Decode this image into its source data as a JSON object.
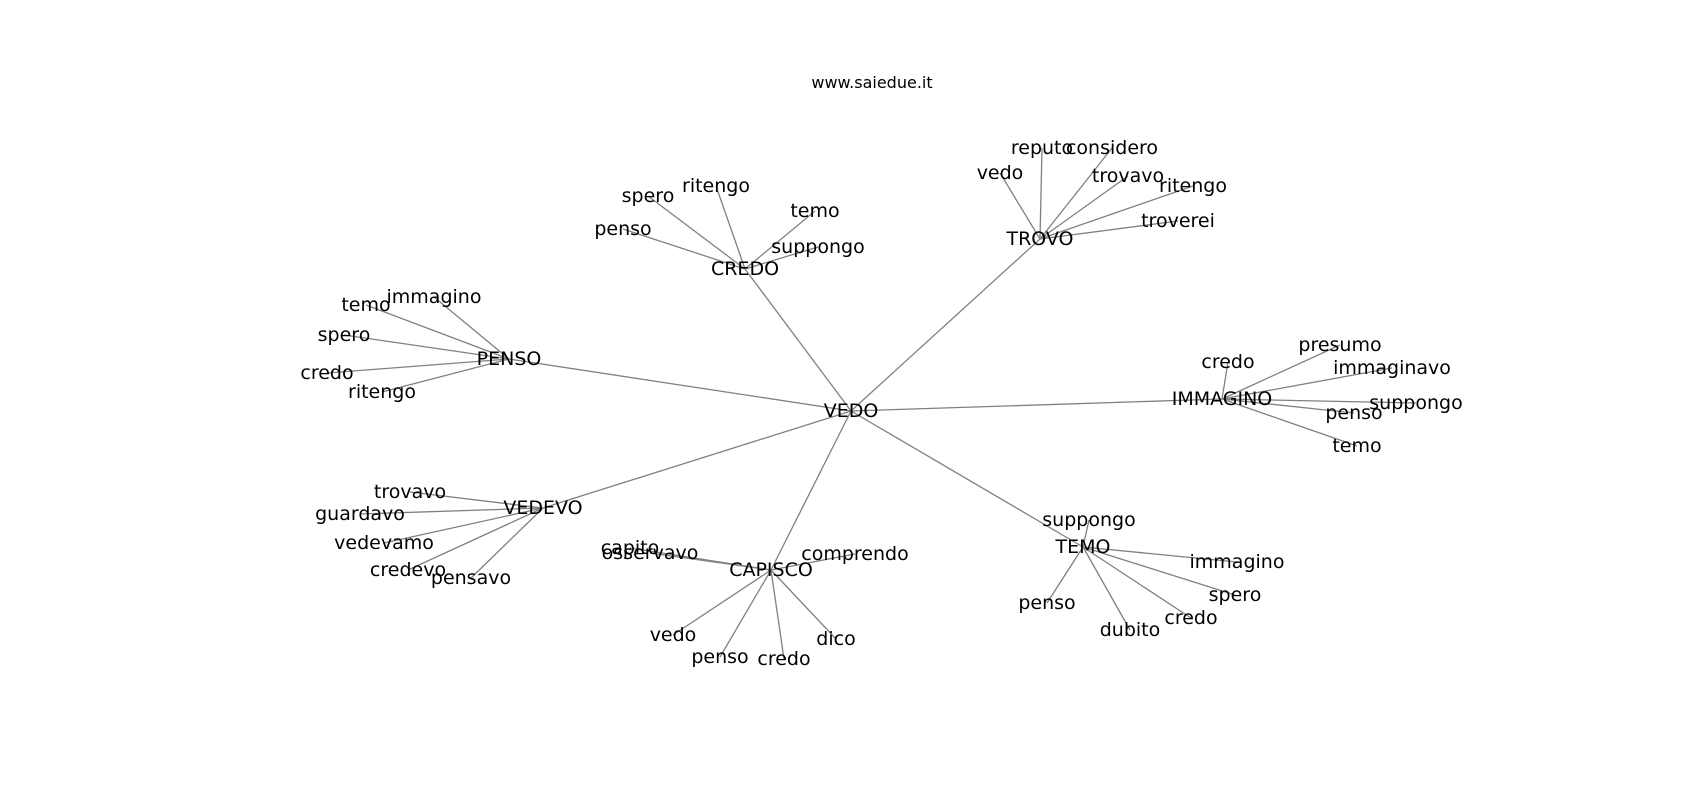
{
  "title": "www.saiedue.it",
  "center": "VEDO",
  "hubs": [
    {
      "id": "trovo",
      "label": "TROVO",
      "children": [
        "vedo",
        "reputo",
        "considero",
        "trovavo",
        "ritengo",
        "troverei"
      ]
    },
    {
      "id": "credo",
      "label": "CREDO",
      "children": [
        "spero",
        "ritengo",
        "temo",
        "suppongo",
        "penso"
      ]
    },
    {
      "id": "penso",
      "label": "PENSO",
      "children": [
        "temo",
        "immagino",
        "spero",
        "credo",
        "ritengo"
      ]
    },
    {
      "id": "immagino",
      "label": "IMMAGINO",
      "children": [
        "credo",
        "presumo",
        "immaginavo",
        "suppongo",
        "penso",
        "temo"
      ]
    },
    {
      "id": "vedevo",
      "label": "VEDEVO",
      "children": [
        "trovavo",
        "guardavo",
        "vedevamo",
        "credevo",
        "pensavo"
      ]
    },
    {
      "id": "capisco",
      "label": "CAPISCO",
      "children": [
        "capito",
        "osservavo",
        "comprendo",
        "vedo",
        "penso",
        "credo",
        "dico"
      ]
    },
    {
      "id": "temo",
      "label": "TEMO",
      "children": [
        "suppongo",
        "immagino",
        "spero",
        "credo",
        "dubito",
        "penso"
      ]
    }
  ]
}
